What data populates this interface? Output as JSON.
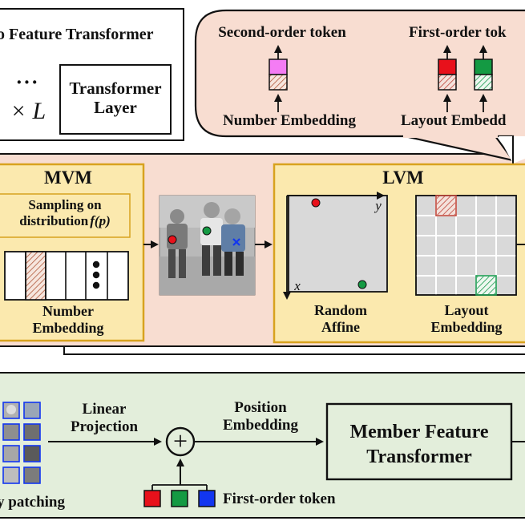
{
  "top": {
    "feature_transformer_title": "o Feature Transformer",
    "dots": "···",
    "times_l": "× L",
    "transformer_layer_label": "Transformer Layer",
    "second_order_token": "Second-order token",
    "first_order_token": "First-order tok",
    "number_embedding": "Number Embedding",
    "layout_embedding": "Layout Embedd"
  },
  "middle": {
    "mvm_title": "MVM",
    "sampling_text_line1": "Sampling on",
    "sampling_text_line2": "distribution",
    "sampling_fn": "f(p)",
    "number_embedding_label_line1": "Number",
    "number_embedding_label_line2": "Embedding",
    "lvm_title": "LVM",
    "axis_x": "x",
    "axis_y": "y",
    "random_affine_line1": "Random",
    "random_affine_line2": "Affine",
    "layout_embedding_line1": "Layout",
    "layout_embedding_line2": "Embedding"
  },
  "bottom": {
    "linear_projection_line1": "Linear",
    "linear_projection_line2": "Projection",
    "position_embedding_line1": "Position",
    "position_embedding_line2": "Embedding",
    "member_feature_transformer_line1": "Member Feature",
    "member_feature_transformer_line2": "Transformer",
    "plus_symbol": "+",
    "patching_label": "y patching",
    "first_order_token": "First-order token"
  },
  "colors": {
    "peach_bg": "#f8ddd1",
    "green_bg": "#e3eedb",
    "mvm_fill": "#fbe9ae",
    "mvm_border": "#d8a21e",
    "token_magenta": "#f47cf4",
    "token_red": "#e8111b",
    "token_green": "#149a43",
    "token_blue": "#1236f0",
    "hatch_brown": "#b0573a",
    "hatch_green": "#1a9a50"
  }
}
